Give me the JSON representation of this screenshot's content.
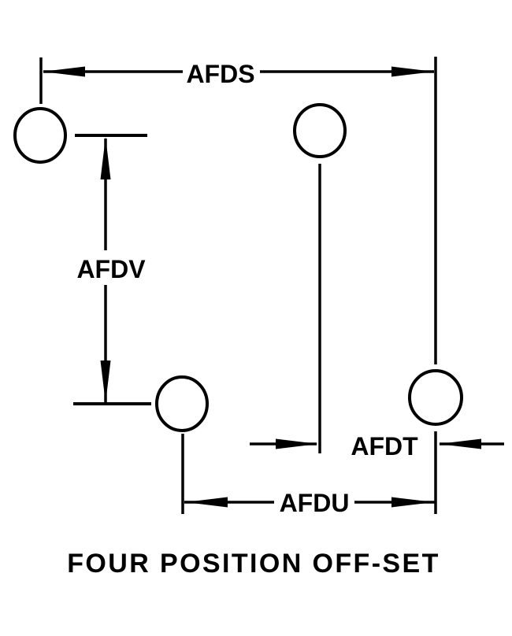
{
  "diagram": {
    "title": "FOUR POSITION OFF-SET",
    "hole_count": 4,
    "dimension_labels": {
      "afds": "AFDS",
      "afdv": "AFDV",
      "afdt": "AFDT",
      "afdu": "AFDU"
    },
    "colors": {
      "line": "#000000",
      "text": "#000000",
      "background": "#ffffff"
    }
  }
}
